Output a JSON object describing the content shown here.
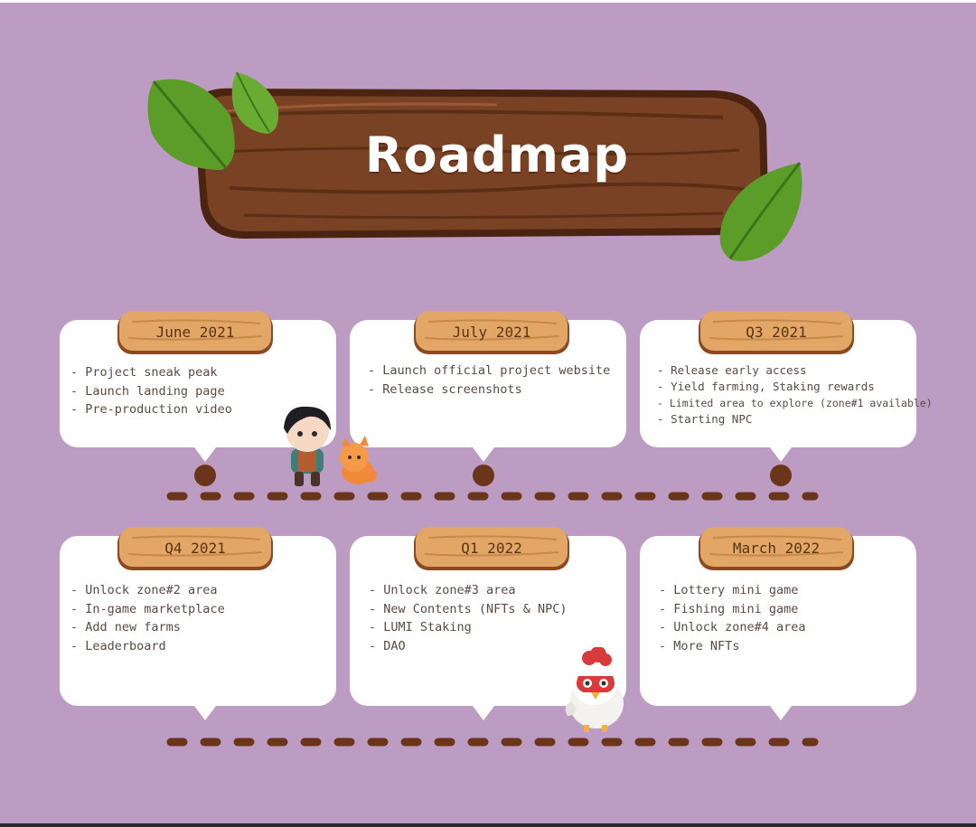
{
  "title": "Roadmap",
  "colors": {
    "background": "#bd9cc4",
    "wood": "#6b3a1f",
    "plank": "#e2a766",
    "card": "#ffffff",
    "dash": "#6b3519"
  },
  "milestones": [
    {
      "period": "June 2021",
      "items": [
        "Project sneak peak",
        "Launch landing page",
        "Pre-production video"
      ]
    },
    {
      "period": "July 2021",
      "items": [
        "Launch official project website",
        "Release screenshots"
      ]
    },
    {
      "period": "Q3 2021",
      "items": [
        "Release early access",
        "Yield farming, Staking rewards",
        "Limited area to explore (zone#1 available)",
        "Starting NPC"
      ]
    },
    {
      "period": "Q4 2021",
      "items": [
        "Unlock zone#2 area",
        "In-game marketplace",
        "Add new farms",
        "Leaderboard"
      ]
    },
    {
      "period": "Q1 2022",
      "items": [
        "Unlock zone#3 area",
        "New Contents (NFTs & NPC)",
        "LUMI Staking",
        "DAO"
      ]
    },
    {
      "period": "March 2022",
      "items": [
        "Lottery mini game",
        "Fishing mini game",
        "Unlock zone#4 area",
        "More NFTs"
      ]
    }
  ]
}
